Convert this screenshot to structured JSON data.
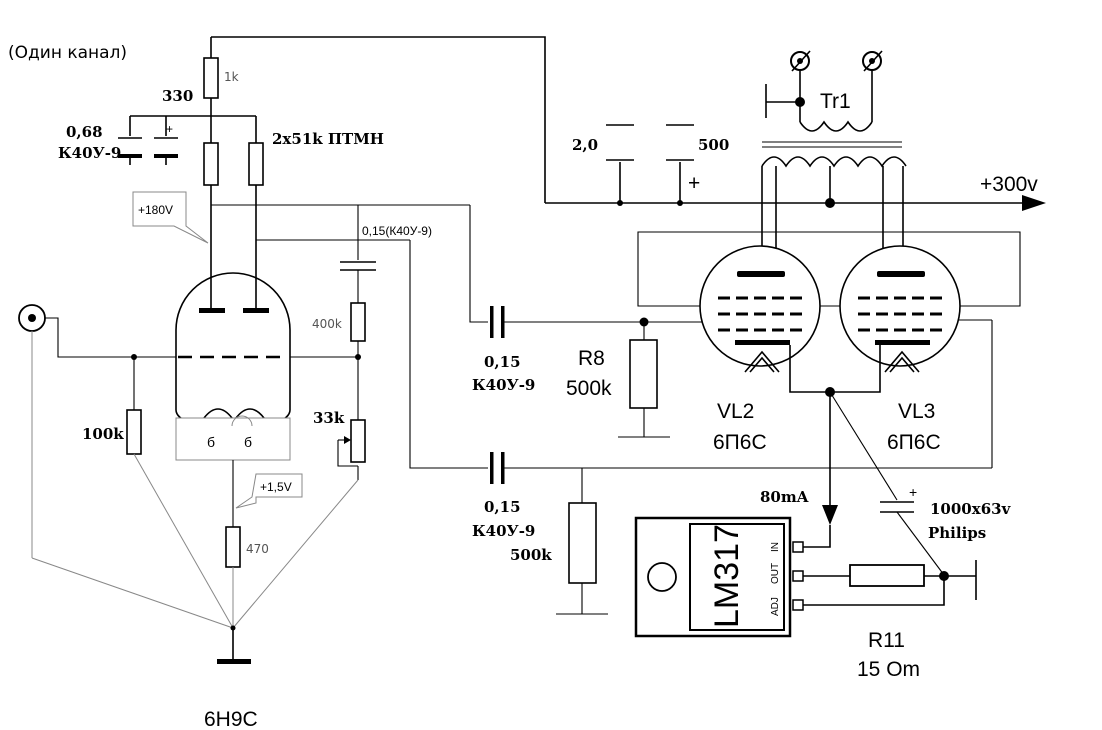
{
  "title": "(Один канал)",
  "left_stage": {
    "r_anode": "1k",
    "r_330": "330",
    "c_068_value": "0,68",
    "c_068_type": "К40У-9",
    "r_2x51k": "2x51k ПТМН",
    "v_180": "+180V",
    "c_015_top": "0,15(К40У-9)",
    "r_400k": "400k",
    "r_100k": "100k",
    "r_33k": "33k",
    "pin_b1": "б",
    "pin_b2": "б",
    "v_15": "+1,5V",
    "r_470": "470",
    "tube": "6Н9С"
  },
  "coupling": {
    "c1_value": "0,15",
    "c1_type": "К40У-9",
    "c2_value": "0,15",
    "c2_type": "К40У-9",
    "r_500k_lower": "500k",
    "r8_name": "R8",
    "r8_value": "500k"
  },
  "power": {
    "c_20": "2,0",
    "c_500": "500",
    "plus_sign": "+",
    "transformer": "Tr1",
    "rail": "+300v"
  },
  "output_stage": {
    "vl2_name": "VL2",
    "vl2_type": "6П6С",
    "vl3_name": "VL3",
    "vl3_type": "6П6С",
    "current": "80mA",
    "c_1000": "1000x63v",
    "c_1000_brand": "Philips",
    "regulator": "LM317",
    "pin_adj": "ADJ",
    "pin_out": "OUT",
    "pin_in": "IN",
    "r11_name": "R11",
    "r11_value": "15 Om"
  }
}
